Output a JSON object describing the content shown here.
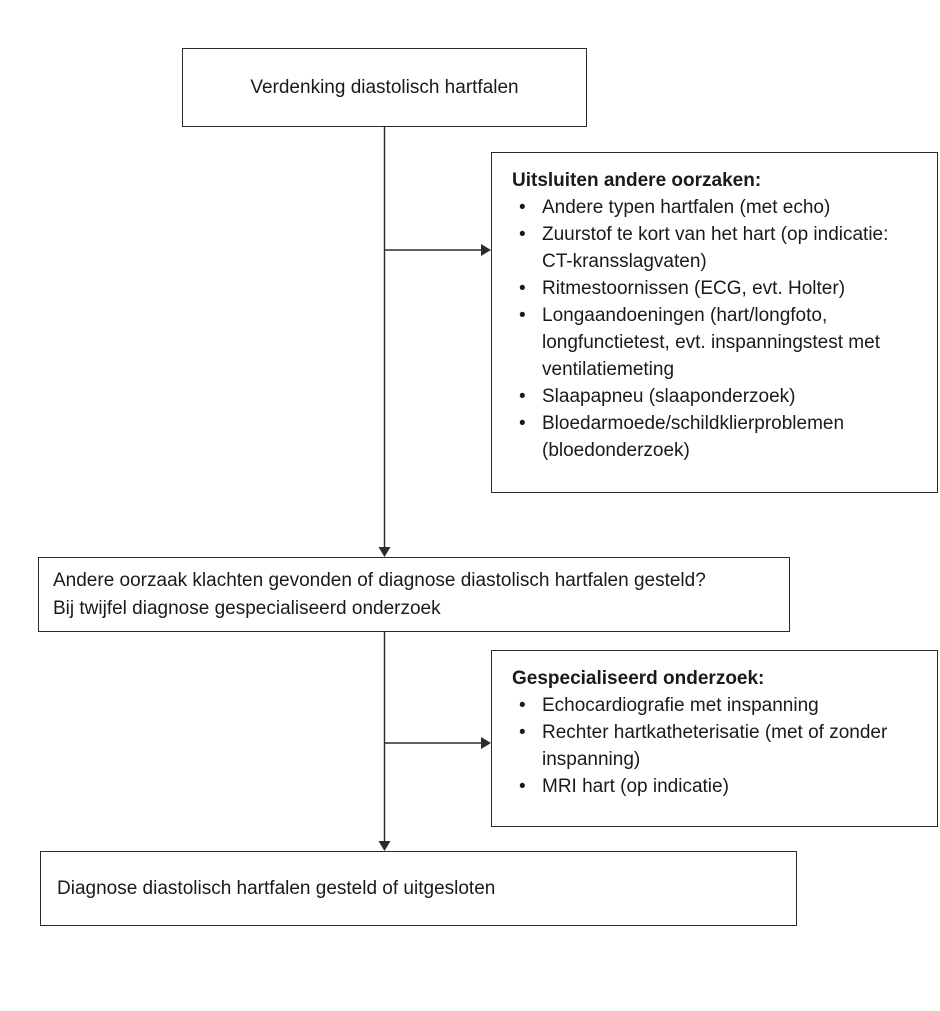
{
  "colors": {
    "background": "#ffffff",
    "line": "#2b2b2b",
    "text": "#1a1a1a"
  },
  "boxes": {
    "start": {
      "text": "Verdenking diastolisch hartfalen"
    },
    "exclude": {
      "title": "Uitsluiten andere oorzaken:",
      "items": [
        "Andere typen hartfalen (met echo)",
        "Zuurstof te kort van het hart (op indicatie: CT-kransslagvaten)",
        "Ritmestoornissen (ECG, evt. Holter)",
        "Longaandoeningen (hart/longfoto, longfunctietest, evt. inspanningstest met ventilatiemeting",
        "Slaapapneu (slaaponderzoek)",
        "Bloedarmoede/schildklierproblemen (bloedonderzoek)"
      ]
    },
    "decision": {
      "line1": "Andere oorzaak klachten gevonden of diagnose diastolisch hartfalen gesteld?",
      "line2": "Bij twijfel diagnose gespecialiseerd onderzoek"
    },
    "specialized": {
      "title": "Gespecialiseerd onderzoek:",
      "items": [
        "Echocardiografie met inspanning",
        "Rechter hartkatheterisatie (met of zonder inspanning)",
        "MRI hart (op indicatie)"
      ]
    },
    "final": {
      "text": "Diagnose diastolisch hartfalen gesteld of uitgesloten"
    }
  }
}
